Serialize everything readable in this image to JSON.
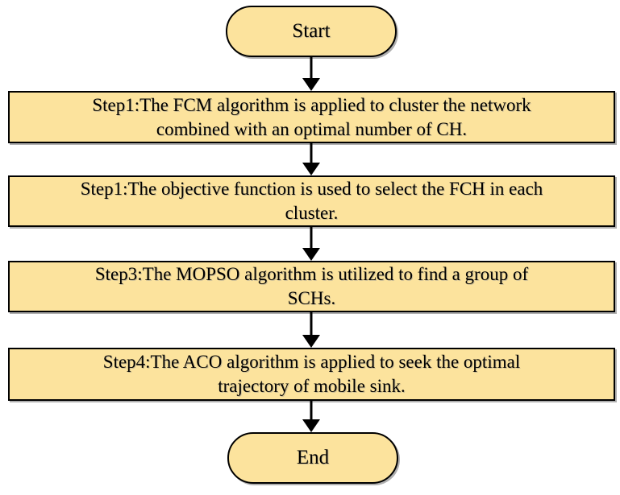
{
  "diagram": {
    "type": "flowchart",
    "colors": {
      "background": "#ffffff",
      "node_fill": "#fce39d",
      "node_border": "#000000",
      "text": "#000000",
      "arrow": "#000000"
    },
    "nodes": {
      "start": {
        "type": "terminator",
        "label": "Start"
      },
      "step1": {
        "type": "process",
        "lines": [
          "Step1:The FCM algorithm is applied to cluster the network",
          "combined with an optimal number of CH."
        ]
      },
      "step2": {
        "type": "process",
        "lines": [
          "Step1:The objective function is used to select the FCH in each",
          "cluster."
        ]
      },
      "step3": {
        "type": "process",
        "lines": [
          "Step3:The MOPSO algorithm is utilized to find a group of",
          "SCHs."
        ]
      },
      "step4": {
        "type": "process",
        "lines": [
          "Step4:The ACO algorithm is applied to seek the optimal",
          "trajectory of mobile sink."
        ]
      },
      "end": {
        "type": "terminator",
        "label": "End"
      }
    },
    "flow_order": [
      "start",
      "step1",
      "step2",
      "step3",
      "step4",
      "end"
    ]
  }
}
